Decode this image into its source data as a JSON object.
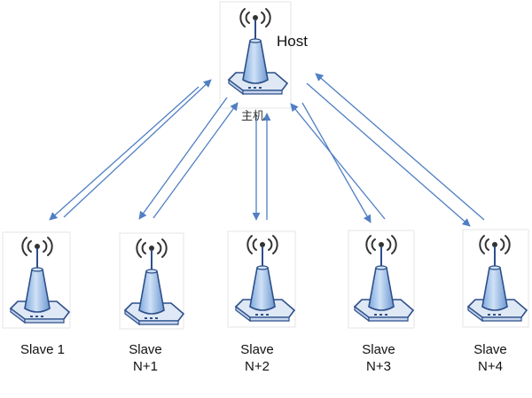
{
  "host": {
    "label": "Host",
    "sublabel": "主机"
  },
  "slaves": [
    {
      "line1": "Slave 1",
      "line2": ""
    },
    {
      "line1": "Slave",
      "line2": "N+1"
    },
    {
      "line1": "Slave",
      "line2": "N+2"
    },
    {
      "line1": "Slave",
      "line2": "N+3"
    },
    {
      "line1": "Slave",
      "line2": "N+4"
    }
  ],
  "colors": {
    "arrow": "#4f7fc4",
    "antenna_body": "#9cc2ee",
    "antenna_dark": "#2d4f8a",
    "base": "#dfe8f5",
    "wave": "#333333"
  },
  "icons": [
    "wireless-antenna-icon",
    "signal-waves-icon"
  ]
}
